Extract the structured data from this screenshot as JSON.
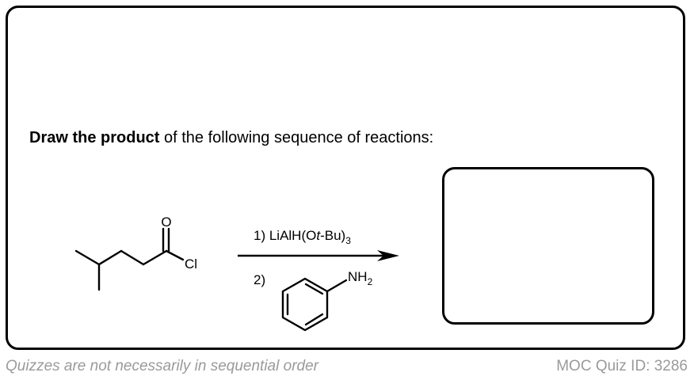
{
  "question": {
    "bold_part": "Draw the product",
    "rest": " of the following sequence of reactions:"
  },
  "reactant": {
    "oxygen_label": "O",
    "chlorine_label": "Cl"
  },
  "reagents": {
    "step1_prefix": "1) LiAlH(O",
    "step1_italic": "t",
    "step1_suffix": "-Bu)",
    "step1_subscript": "3",
    "step2_label": "2)",
    "amine_label": "NH",
    "amine_subscript": "2"
  },
  "footer": {
    "left": "Quizzes are not necessarily in sequential order",
    "right": "MOC Quiz ID: 3286"
  },
  "colors": {
    "border": "#000000",
    "footer_text": "#9a9a9a"
  }
}
